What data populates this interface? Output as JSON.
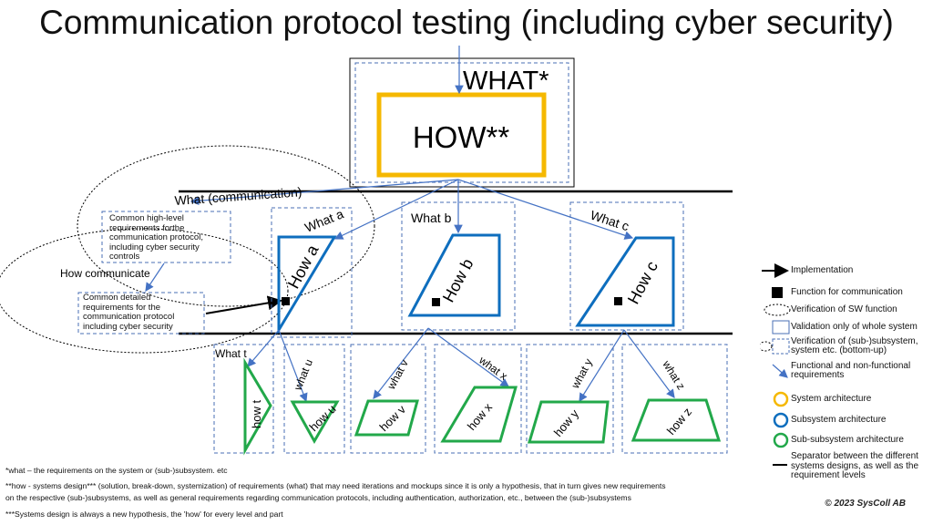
{
  "title": "Communication protocol testing (including cyber security)",
  "top": {
    "what": "WHAT*",
    "how": "HOW**"
  },
  "layer1": {
    "what_communication": "What (communication)",
    "how_communicate": "How communicate",
    "box_high": "Common high-level requirements forthe communication protocol, including cyber security controls",
    "box_detail": "Common detailed requirements for the communication protocol including cyber security",
    "what_a": "What a",
    "what_b": "What b",
    "what_c": "What c",
    "how_a": "How a",
    "how_b": "How b",
    "how_c": "How c"
  },
  "layer2": {
    "what_t": "What t",
    "what_u": "what u",
    "what_v": "what v",
    "what_x": "what x",
    "what_y": "what y",
    "what_z": "what z",
    "how_t": "how t",
    "how_u": "how u",
    "how_v": "how v",
    "how_x": "how x",
    "how_y": "how y",
    "how_z": "how z"
  },
  "legend": [
    {
      "icon": "implementation-arrow-icon",
      "label": "Implementation"
    },
    {
      "icon": "communication-function-square-icon",
      "label": "Function for communication"
    },
    {
      "icon": "dotted-ellipse-icon",
      "label": "Verification of SW function"
    },
    {
      "icon": "solid-box-icon",
      "label": "Validation only of whole system"
    },
    {
      "icon": "dashed-ellipse-box-icon",
      "label": "Verification of (sub-)subsystem, system etc. (bottom-up)"
    },
    {
      "icon": "blue-arrow-icon",
      "label": "Functional and non-functional requirements"
    },
    {
      "icon": "orange-circle-icon",
      "label": "System architecture"
    },
    {
      "icon": "blue-circle-icon",
      "label": "Subsystem architecture"
    },
    {
      "icon": "green-circle-icon",
      "label": "Sub-subsystem architecture"
    },
    {
      "icon": "separator-line-icon",
      "label": "Separator between the different systems designs, as well as the requirement levels"
    }
  ],
  "footnotes": {
    "f1": "*what – the requirements on the system or (sub-)subsystem. etc",
    "f2a": "**how - systems design*** (solution, break-down, systemization) of requirements (what) that may need iterations and mockups since it is only a hypothesis, that in turn gives new requirements",
    "f2b": "on the respective (sub-)subsystems, as well as general requirements regarding communication protocols, including authentication, authorization, etc., between the (sub-)subsystems",
    "f3": "***Systems design is always a new hypothesis, the 'how' for every level and part"
  },
  "copyright": "© 2023 SysColl AB",
  "colors": {
    "orange": "#F5B800",
    "blue": "#0E6EBE",
    "green": "#22A84A",
    "arrow": "#4472C4",
    "dash": "#4A6FB5"
  }
}
